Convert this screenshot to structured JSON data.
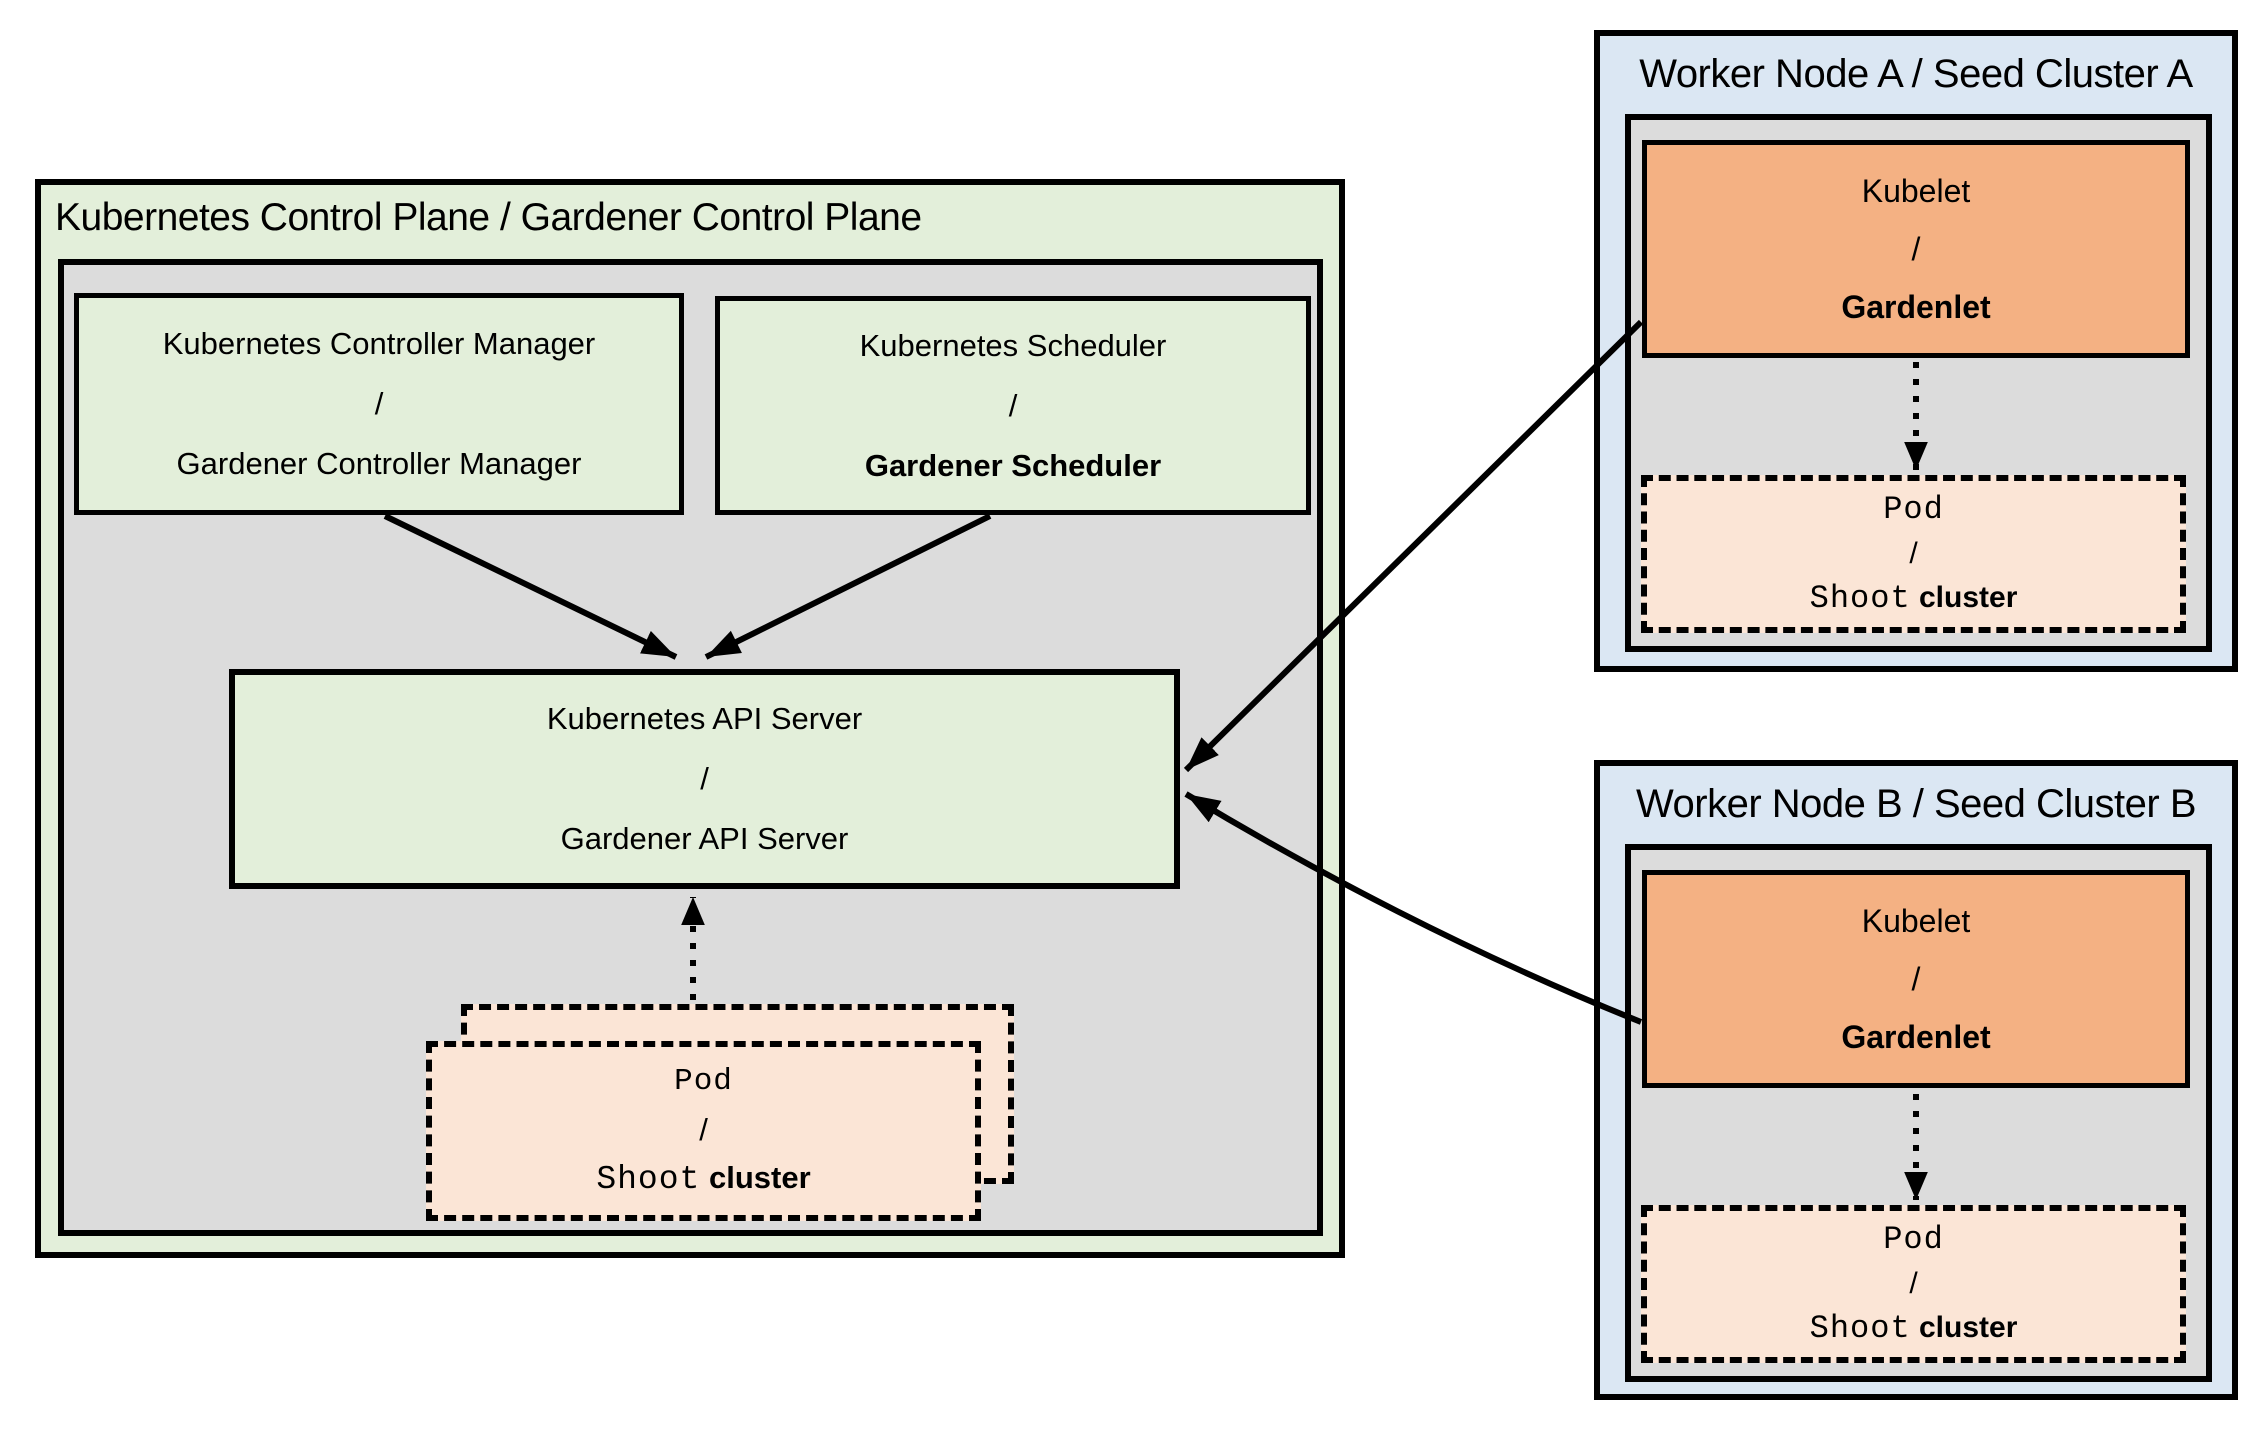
{
  "colors": {
    "background": "#ffffff",
    "green_fill": "#e3efda",
    "gray_fill": "#dcdcdc",
    "blue_fill": "#dbe7f3",
    "orange_fill": "#f4b183",
    "peach_fill": "#fbe5d6",
    "line_color": "#000000"
  },
  "control_plane": {
    "title": "Kubernetes Control Plane / Gardener Control Plane",
    "controller_manager": {
      "kubernetes": "Kubernetes Controller Manager",
      "slash": "/",
      "gardener": "Gardener Controller Manager"
    },
    "scheduler": {
      "kubernetes": "Kubernetes Scheduler",
      "slash": "/",
      "gardener": "Gardener Scheduler"
    },
    "api_server": {
      "kubernetes": "Kubernetes API Server",
      "slash": "/",
      "gardener": "Gardener API Server"
    },
    "pod_stack": {
      "pod": "Pod",
      "slash": "/",
      "shoot": "Shoot",
      "cluster": "cluster"
    }
  },
  "worker_node_a": {
    "title": "Worker Node A / Seed Cluster A",
    "kubelet": {
      "kubernetes": "Kubelet",
      "slash": "/",
      "gardener": "Gardenlet"
    },
    "pod": {
      "pod": "Pod",
      "slash": "/",
      "shoot": "Shoot",
      "cluster": "cluster"
    }
  },
  "worker_node_b": {
    "title": "Worker Node B / Seed Cluster B",
    "kubelet": {
      "kubernetes": "Kubelet",
      "slash": "/",
      "gardener": "Gardenlet"
    },
    "pod": {
      "pod": "Pod",
      "slash": "/",
      "shoot": "Shoot",
      "cluster": "cluster"
    }
  }
}
